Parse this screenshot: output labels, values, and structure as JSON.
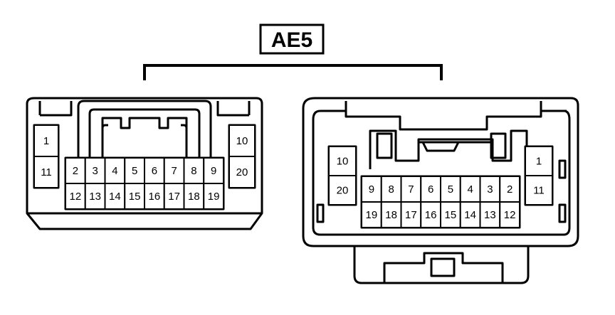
{
  "title": "AE5",
  "connectors": [
    {
      "id": "left",
      "side_top": [
        "1"
      ],
      "side_bottom": [
        "11"
      ],
      "side2_top": [
        "10"
      ],
      "side2_bottom": [
        "20"
      ],
      "main_top": [
        "2",
        "3",
        "4",
        "5",
        "6",
        "7",
        "8",
        "9"
      ],
      "main_bottom": [
        "12",
        "13",
        "14",
        "15",
        "16",
        "17",
        "18",
        "19"
      ]
    },
    {
      "id": "right",
      "side_top": [
        "10"
      ],
      "side_bottom": [
        "20"
      ],
      "side2_top": [
        "1"
      ],
      "side2_bottom": [
        "11"
      ],
      "main_top": [
        "9",
        "8",
        "7",
        "6",
        "5",
        "4",
        "3",
        "2"
      ],
      "main_bottom": [
        "19",
        "18",
        "17",
        "16",
        "15",
        "14",
        "13",
        "12"
      ]
    }
  ]
}
